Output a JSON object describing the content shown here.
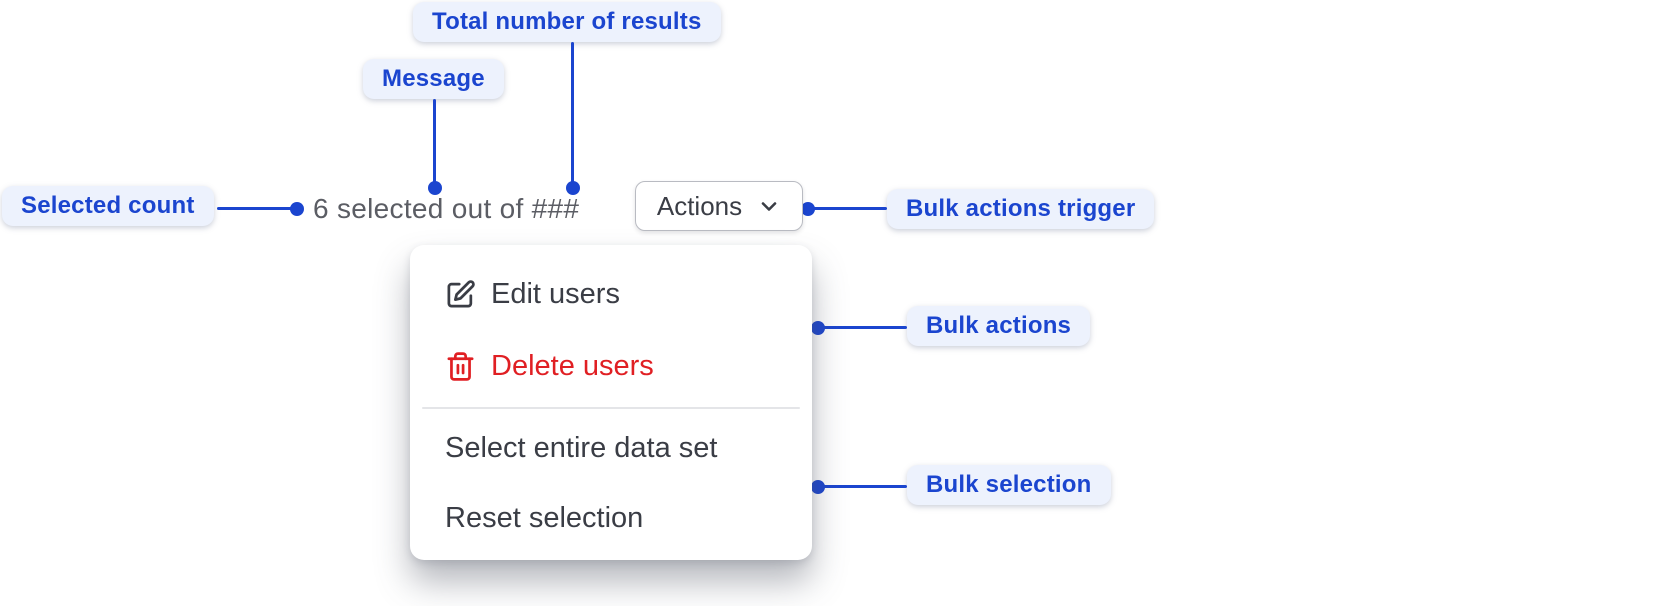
{
  "annotations": {
    "total_results": {
      "label": "Total number of results"
    },
    "message": {
      "label": "Message"
    },
    "selected_count": {
      "label": "Selected count"
    },
    "bulk_actions_trigger": {
      "label": "Bulk actions trigger"
    },
    "bulk_actions": {
      "label": "Bulk actions"
    },
    "bulk_selection": {
      "label": "Bulk selection"
    }
  },
  "selection_bar": {
    "message": "6 selected out of ###",
    "selected_count_value": "6",
    "total_placeholder": "###",
    "actions_button_label": "Actions"
  },
  "menu": {
    "items": [
      {
        "label": "Edit users",
        "icon": "edit-icon",
        "critical": false
      },
      {
        "label": "Delete users",
        "icon": "trash-icon",
        "critical": true
      },
      {
        "label": "Select entire data set",
        "icon": null,
        "critical": false
      },
      {
        "label": "Reset selection",
        "icon": null,
        "critical": false
      }
    ]
  },
  "colors": {
    "annotation_blue": "#1b45cf",
    "annotation_pill_bg": "#edf2fd",
    "message_gray": "#5b5d64",
    "menu_text": "#3a3d45",
    "critical_red": "#e01f23",
    "button_border": "#b9bbc2",
    "divider": "#e4e5e8"
  }
}
